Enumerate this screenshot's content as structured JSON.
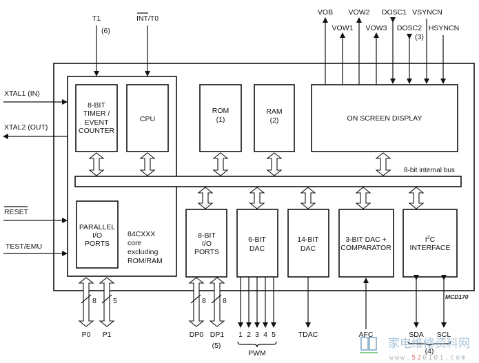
{
  "diagram_title_code": "MCD170",
  "core_label": [
    "84CXXX",
    "core",
    "excluding",
    "ROM/RAM"
  ],
  "internal_bus_label": "8-bit internal bus",
  "blocks": {
    "timer": [
      "8-BIT",
      "TIMER /",
      "EVENT",
      "COUNTER"
    ],
    "cpu": [
      "CPU"
    ],
    "rom": [
      "ROM",
      "(1)"
    ],
    "ram": [
      "RAM",
      "(2)"
    ],
    "osd": [
      "ON SCREEN DISPLAY"
    ],
    "parallel_io": [
      "PARALLEL",
      "I/O",
      "PORTS"
    ],
    "io8": [
      "8-BIT",
      "I/O",
      "PORTS"
    ],
    "dac6": [
      "6-BIT",
      "DAC"
    ],
    "dac14": [
      "14-BIT",
      "DAC"
    ],
    "dac3": [
      "3-BIT DAC +",
      "COMPARATOR"
    ],
    "i2c": [
      "I",
      "2",
      "C",
      "INTERFACE"
    ]
  },
  "top_signals": {
    "t1": "T1",
    "t1_note": "(6)",
    "int_t0": "INT/T0",
    "vob": "VOB",
    "vow1": "VOW1",
    "vow2": "VOW2",
    "vow3": "VOW3",
    "dosc1": "DOSC1",
    "dosc2": "DOSC2",
    "dosc2_note": "(3)",
    "vsyncn": "VSYNCN",
    "hsyncn": "HSYNCN"
  },
  "left_signals": {
    "xtal1": "XTAL1 (IN)",
    "xtal2": "XTAL2 (OUT)",
    "reset": "RESET",
    "test_emu": "TEST/EMU"
  },
  "bottom_signals": {
    "p0": "P0",
    "p0_width": "8",
    "p1": "P1",
    "p1_width": "5",
    "dp0": "DP0",
    "dp0_width": "8",
    "dp1": "DP1",
    "dp1_width": "8",
    "dp_note": "(5)",
    "pwm": [
      "1",
      "2",
      "3",
      "4",
      "5"
    ],
    "pwm_label": "PWM",
    "tdac": "TDAC",
    "afc": "AFC",
    "sda": "SDA",
    "scl": "SCL",
    "i2c_note": "(4)"
  },
  "watermark": {
    "cn": "家电维修资料网",
    "url_a": "www.",
    "url_b": "52",
    "url_c": "0101.com"
  }
}
